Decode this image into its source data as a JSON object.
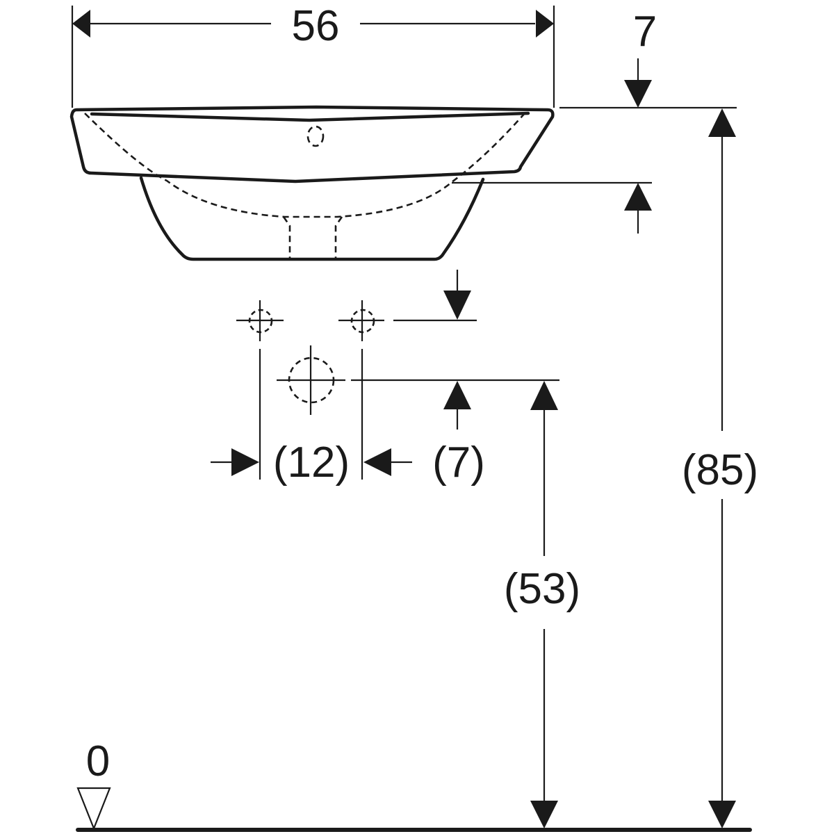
{
  "drawing": {
    "subject": "washbasin side elevation with installation dimensions",
    "colors": {
      "ink": "#1a1a1a",
      "background": "#ffffff"
    },
    "dimensions": {
      "overall_width": "56",
      "rim_thickness": "7",
      "tap_hole_spacing": "(12)",
      "tap_to_drain_offset": "(7)",
      "drain_height": "(53)",
      "rim_height": "(85)",
      "floor_level": "0"
    },
    "symbols": {
      "floor_marker": "level-triangle-icon",
      "tap_hole_markers": [
        "crosshair-circle-icon",
        "crosshair-circle-icon"
      ],
      "drain_marker": "crosshair-circle-icon",
      "overflow_marker": "dashed-circle-icon"
    }
  }
}
